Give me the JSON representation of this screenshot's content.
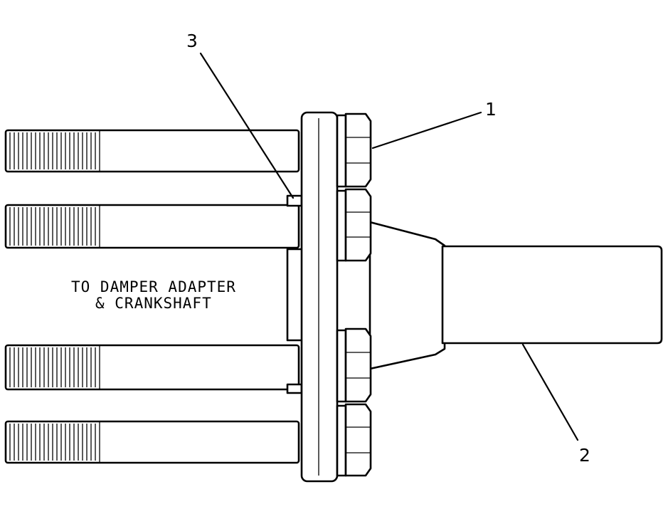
{
  "callouts": {
    "one": "1",
    "two": "2",
    "three": "3"
  },
  "note": {
    "line1": "TO DAMPER ADAPTER",
    "line2": "& CRANKSHAFT"
  },
  "colors": {
    "ink": "#000000",
    "paper": "#ffffff"
  }
}
